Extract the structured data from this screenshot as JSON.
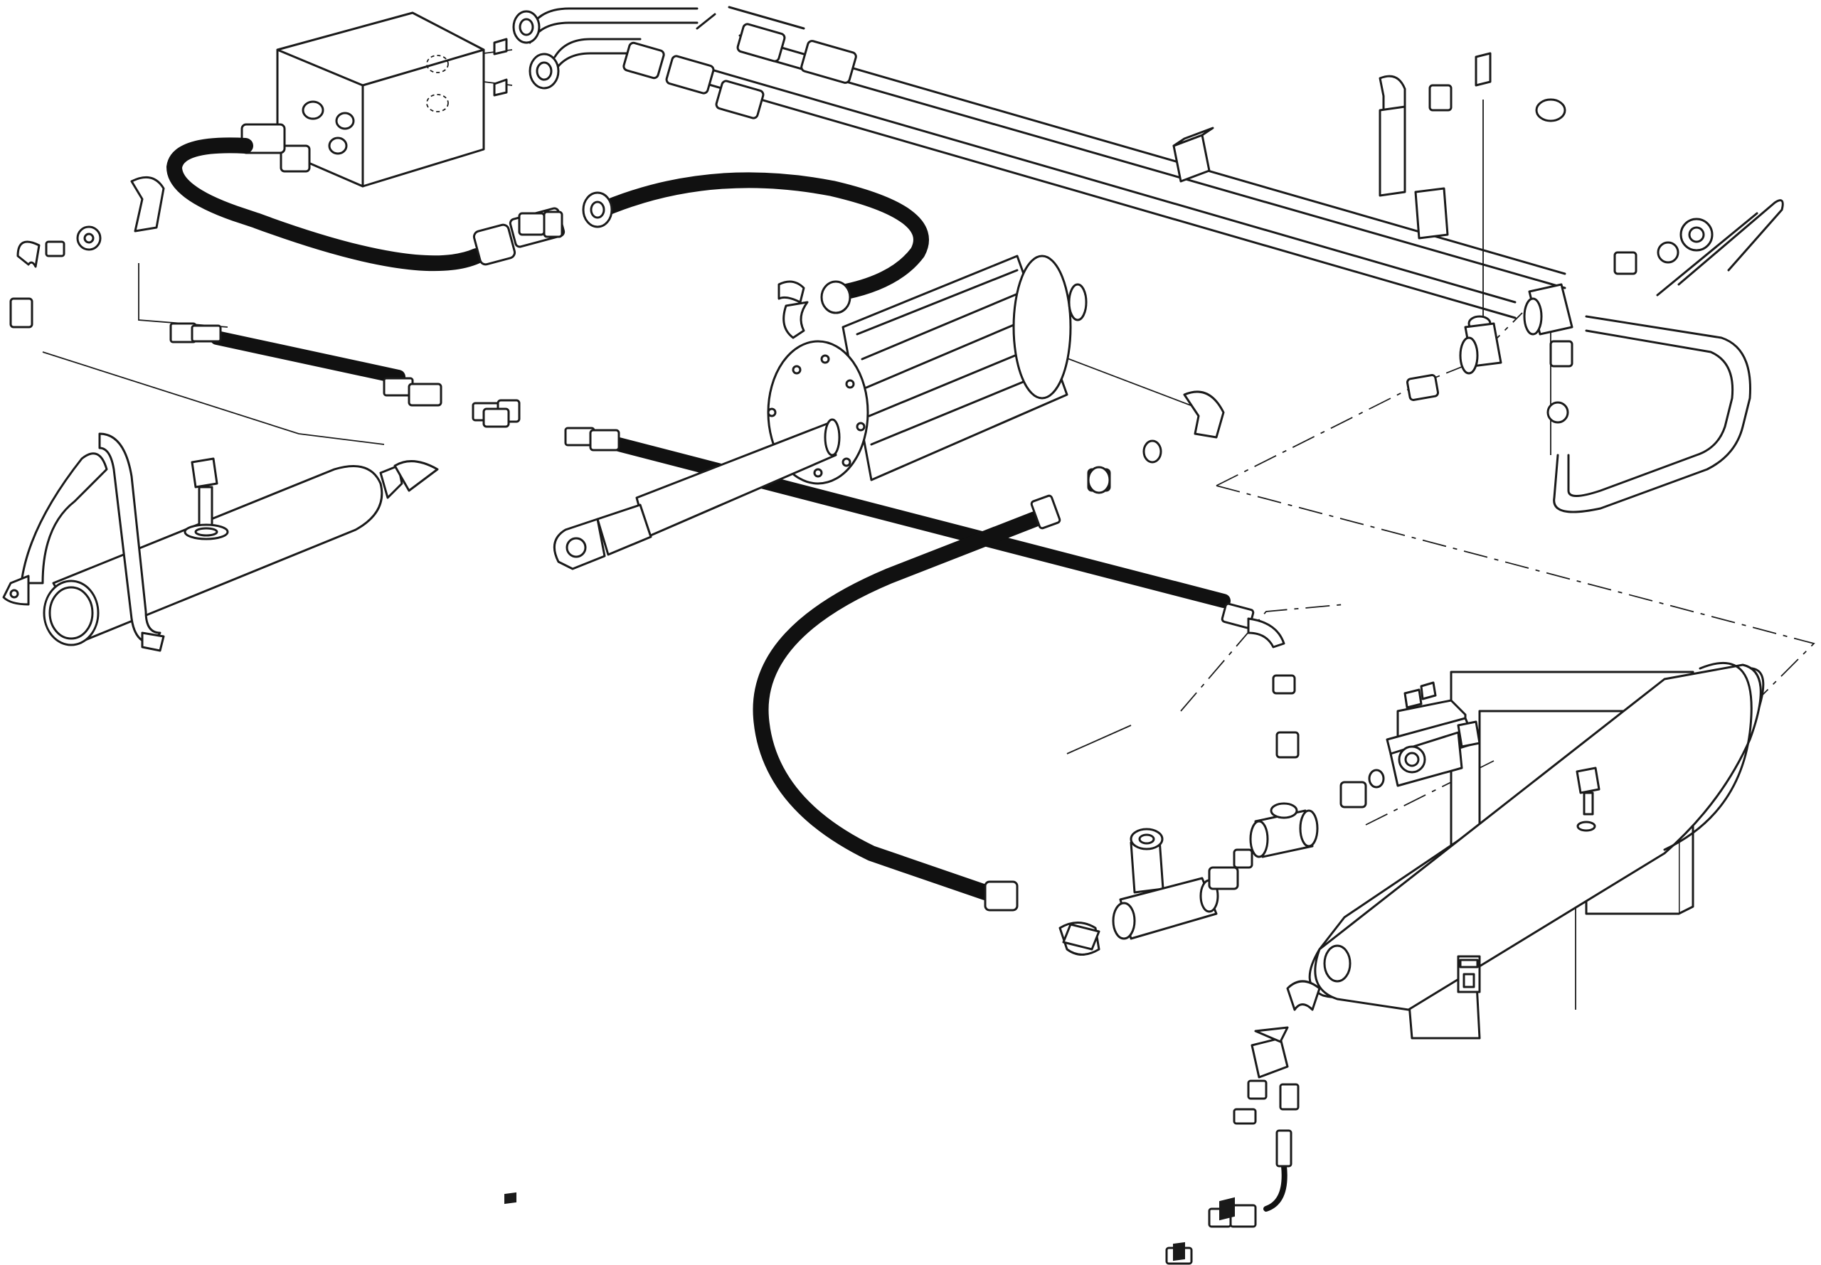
{
  "diagram": {
    "kind": "exploded pneumatic/hydraulic piping assembly",
    "line_color": "#1a1a1a",
    "hose_color": "#111111",
    "background": "#ffffff",
    "components": [
      {
        "name": "control-block",
        "icon": "block-icon"
      },
      {
        "name": "actuator-cylinder",
        "icon": "cylinder-icon"
      },
      {
        "name": "air-reservoir-tank",
        "icon": "tank-icon"
      },
      {
        "name": "lubricator-cylinder",
        "icon": "canister-icon"
      },
      {
        "name": "solenoid-valve",
        "icon": "valve-icon"
      },
      {
        "name": "pressure-switch",
        "icon": "switch-icon"
      },
      {
        "name": "tee-fittings",
        "icon": "tee-icon"
      },
      {
        "name": "elbow-fittings",
        "icon": "elbow-icon"
      },
      {
        "name": "hoses",
        "icon": "hose-icon"
      },
      {
        "name": "rigid-pipes",
        "icon": "pipe-icon"
      },
      {
        "name": "drain-valve",
        "icon": "drain-icon"
      }
    ]
  }
}
